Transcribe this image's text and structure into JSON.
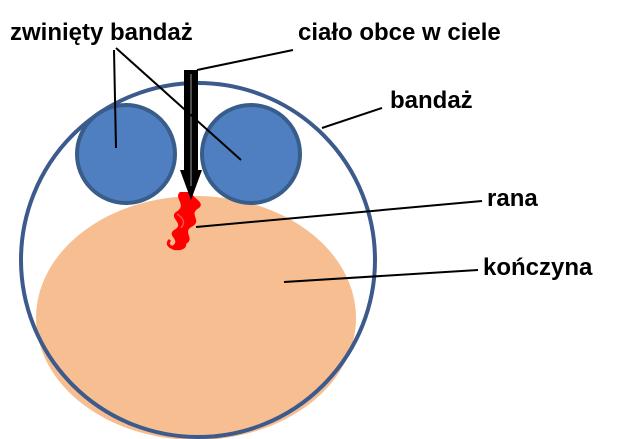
{
  "labels": {
    "rolled_bandage": "zwinięty bandaż",
    "foreign_object": "ciało obce w ciele",
    "bandage": "bandaż",
    "wound": "rana",
    "limb": "kończyna"
  },
  "colors": {
    "bandage_outline": "#3c5a8c",
    "rolled_bandage_fill": "#4f7fc0",
    "rolled_bandage_stroke": "#385d8a",
    "limb_fill": "#f7be91",
    "wound": "#ff0000",
    "foreign_object": "#000000",
    "leader_line": "#000000"
  }
}
